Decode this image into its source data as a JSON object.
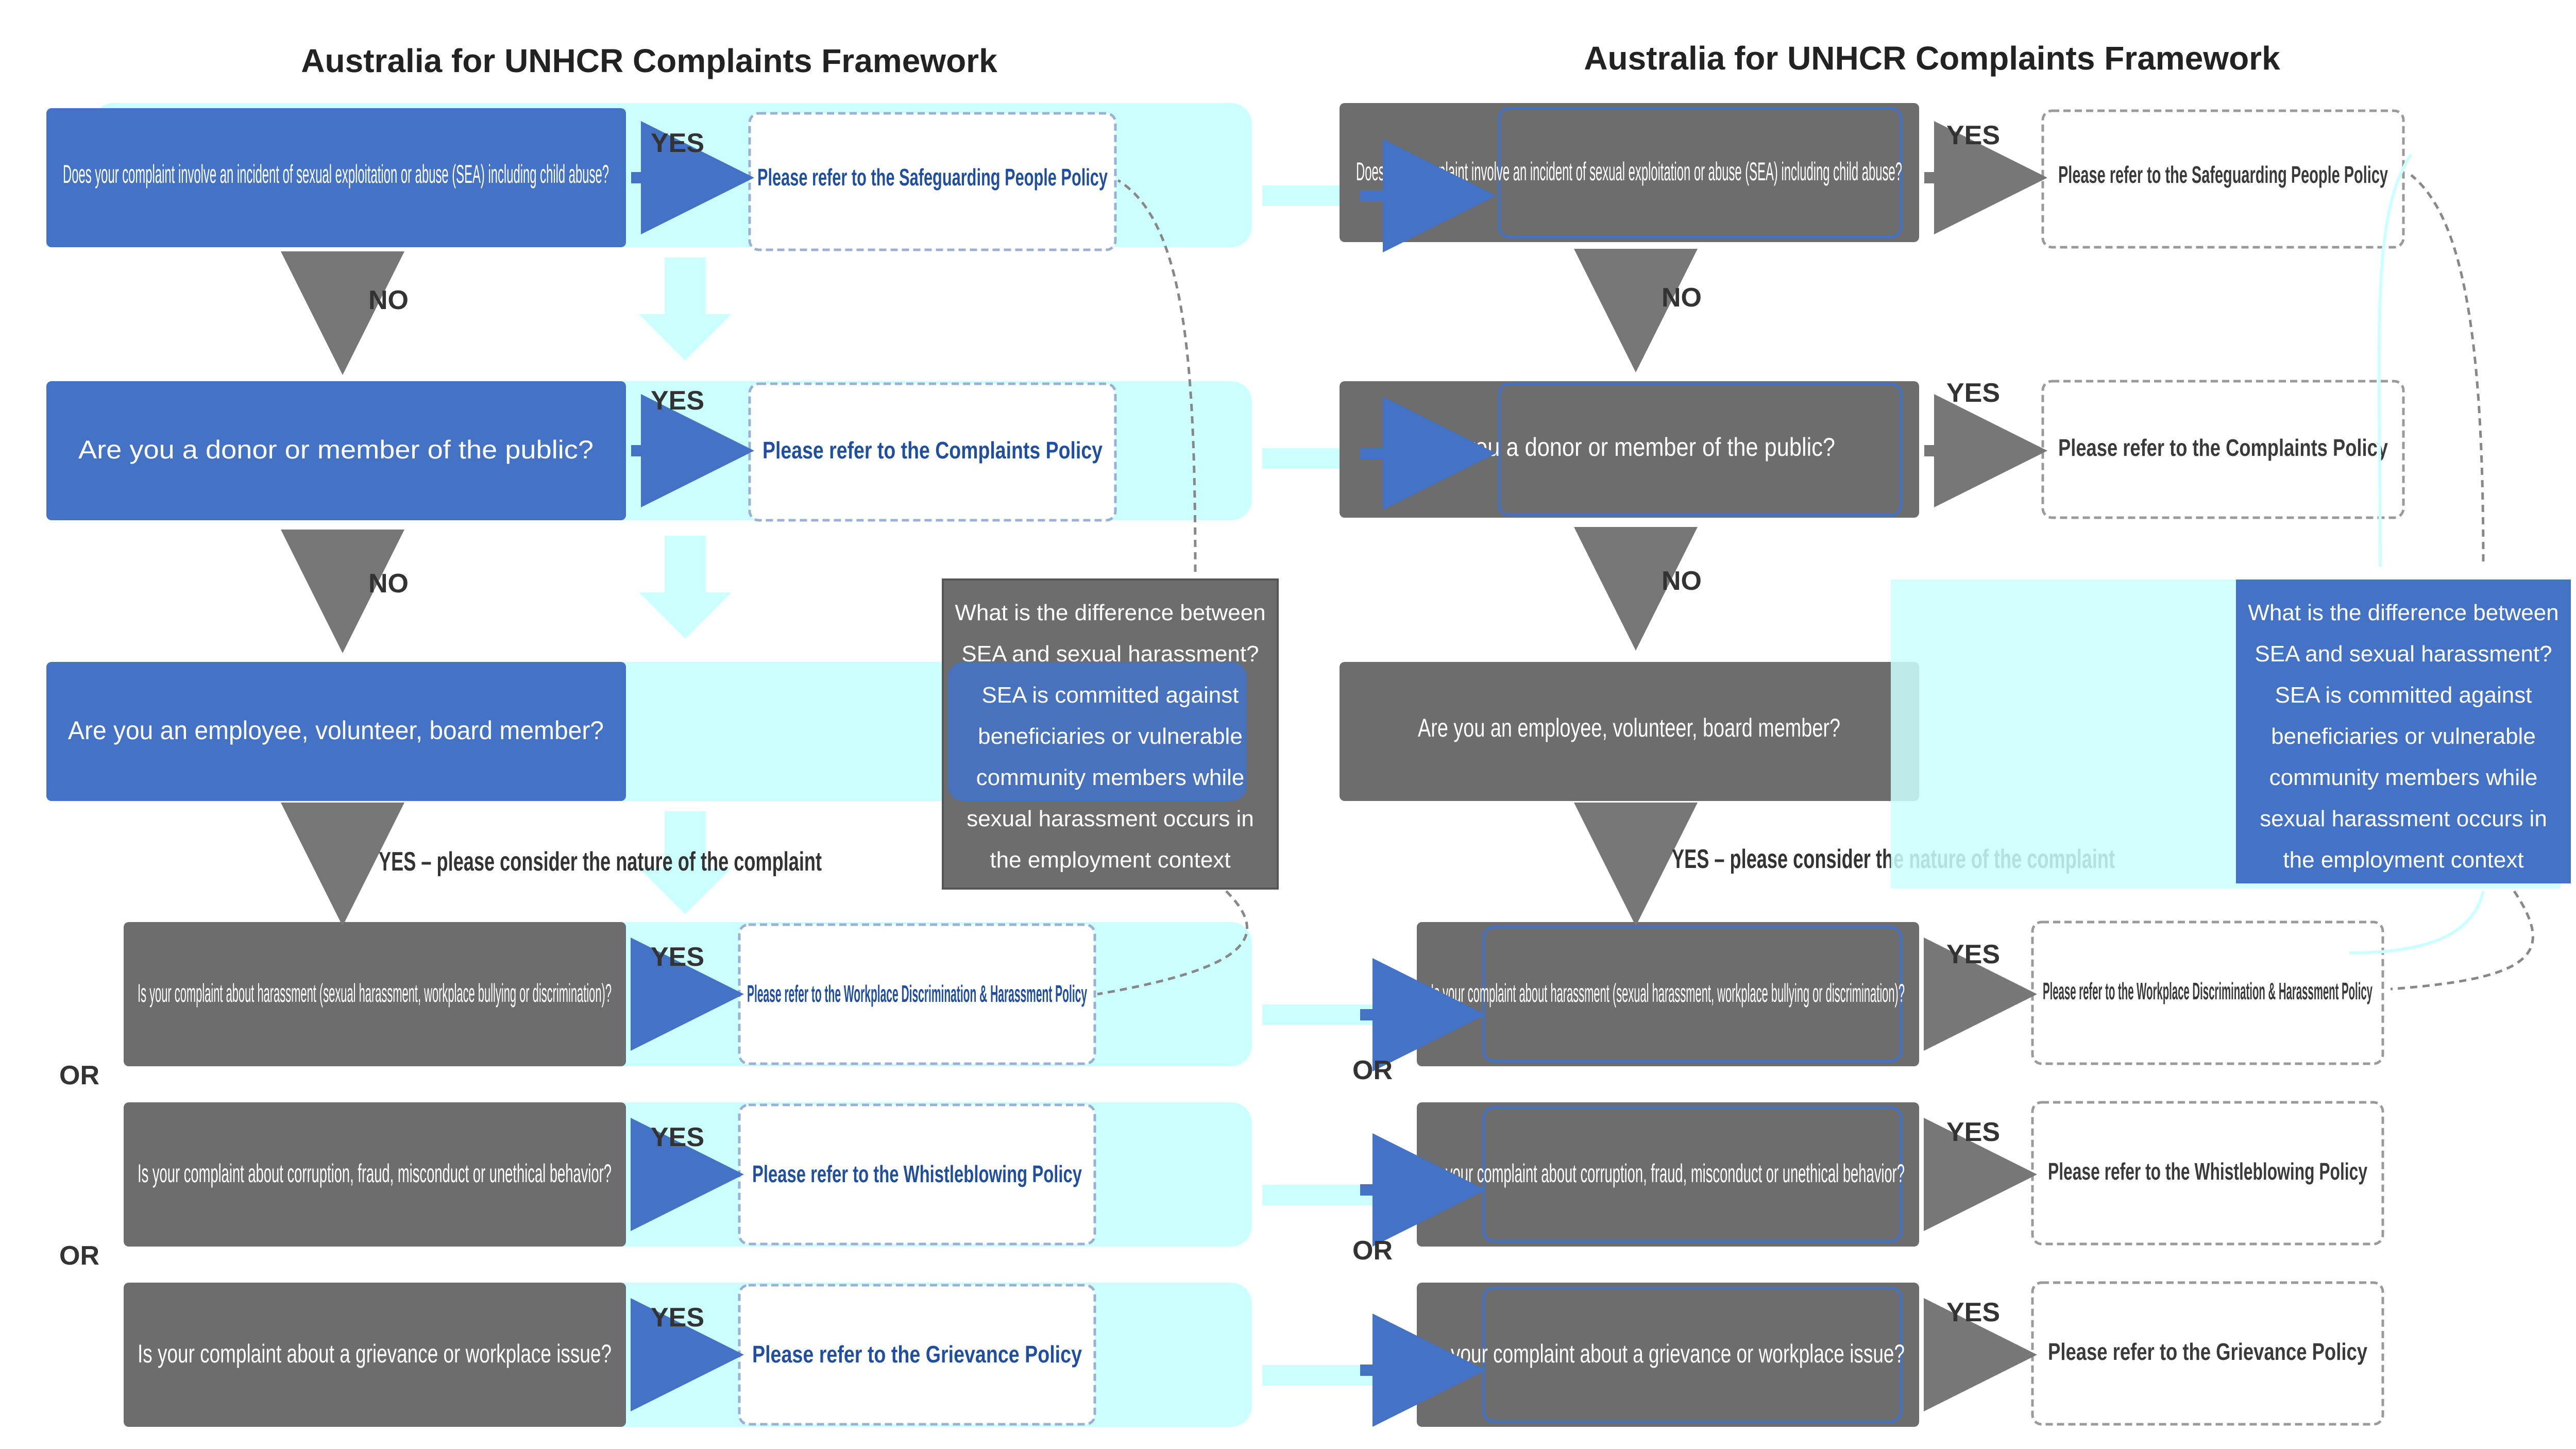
{
  "left": {
    "title": "Australia for UNHCR Complaints Framework",
    "rows": [
      {
        "q": "Does your complaint involve an incident of sexual exploitation or abuse (SEA) including child abuse?",
        "ans": "YES",
        "out": "Please refer to the Safeguarding People Policy",
        "down": "NO"
      },
      {
        "q": "Are you a donor or member of the public?",
        "ans": "YES",
        "out": "Please refer to the Complaints Policy",
        "down": "NO"
      },
      {
        "q": "Are you an employee, volunteer, board member?",
        "ans": "",
        "out": "",
        "down": "YES – please consider the nature of the complaint"
      },
      {
        "q": "Is your complaint about harassment (sexual harassment, workplace bullying or discrimination)?",
        "ans": "YES",
        "out": "Please refer to the Workplace Discrimination & Harassment Policy",
        "down": "OR"
      },
      {
        "q": "Is your complaint about corruption, fraud, misconduct or unethical behavior?",
        "ans": "YES",
        "out": "Please refer to the Whistleblowing Policy",
        "down": "OR"
      },
      {
        "q": "Is your complaint about a grievance or workplace issue?",
        "ans": "YES",
        "out": "Please refer to the Grievance Policy",
        "down": ""
      }
    ]
  },
  "right": {
    "title": "Australia for UNHCR Complaints Framework",
    "rows": [
      {
        "q": "Does your complaint involve an incident of sexual exploitation or abuse (SEA) including child abuse?",
        "ans": "YES",
        "out": "Please refer to the Safeguarding People Policy",
        "down": "NO"
      },
      {
        "q": "Are you a donor or member of the public?",
        "ans": "YES",
        "out": "Please refer to the Complaints Policy",
        "down": "NO"
      },
      {
        "q": "Are you an employee, volunteer, board member?",
        "ans": "",
        "out": "",
        "down": "YES – please consider the nature of the complaint"
      },
      {
        "q": "Is your complaint about harassment (sexual harassment, workplace bullying or discrimination)?",
        "ans": "YES",
        "out": "Please refer to the Workplace Discrimination & Harassment Policy",
        "down": "OR"
      },
      {
        "q": "Is your complaint about corruption, fraud, misconduct or unethical behavior?",
        "ans": "YES",
        "out": "Please refer to the Whistleblowing Policy",
        "down": "OR"
      },
      {
        "q": "Is your complaint about a grievance or workplace issue?",
        "ans": "YES",
        "out": "Please refer to the Grievance Policy",
        "down": ""
      }
    ]
  },
  "notes": {
    "left": "What is the difference between SEA and sexual harassment? SEA is committed against beneficiaries or vulnerable community members while sexual harassment occurs in the employment context",
    "right": "What is the difference between SEA and sexual harassment? SEA is committed against beneficiaries or vulnerable community members while sexual harassment occurs in the employment context"
  },
  "colors": {
    "question_blue": "#4472c4",
    "question_grey": "#6d6d6d",
    "highlight_cyan": "#ccffff",
    "outcome_border": "#9ab0d4"
  }
}
